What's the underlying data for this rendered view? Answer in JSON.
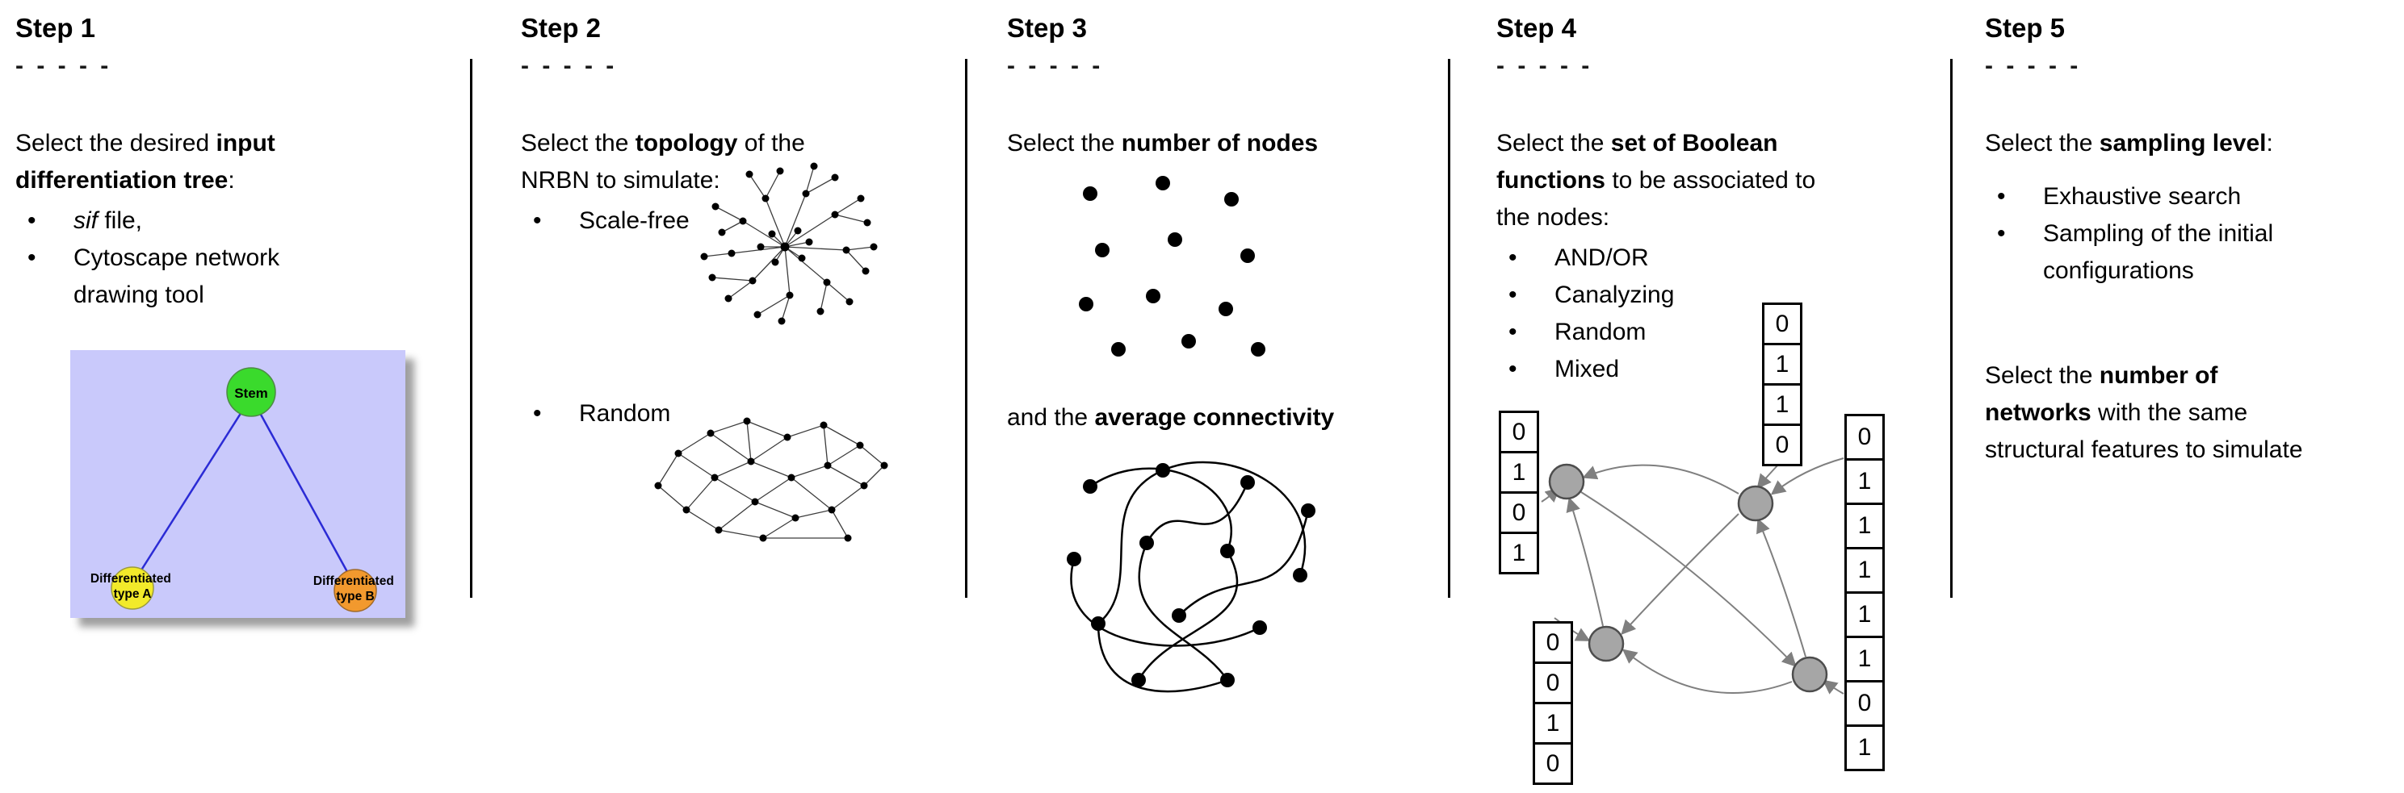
{
  "bullet_char": "•",
  "steps": [
    {
      "title": "Step 1",
      "dashes": "- - - - -",
      "intro": [
        {
          "text": "Select the desired "
        },
        {
          "text": "input",
          "bold": true
        },
        {
          "br": true
        },
        {
          "text": "differentiation tree",
          "bold": true
        },
        {
          "text": ":"
        }
      ],
      "bullets": [
        [
          {
            "text": "sif",
            "italic": true
          },
          {
            "text": " file,"
          }
        ],
        [
          {
            "text": "Cytoscape network"
          },
          {
            "br": true
          },
          {
            "text": "drawing tool"
          }
        ]
      ],
      "tree": {
        "root_label": "Stem",
        "left_label": [
          "Differentiated",
          "type A"
        ],
        "right_label": [
          "Differentiated",
          "type B"
        ],
        "colors": {
          "background": "#c9c9fb",
          "root": "#3ada2c",
          "left": "#f2ea2a",
          "right": "#f2992e",
          "edge": "#2b2bd5"
        }
      }
    },
    {
      "title": "Step 2",
      "dashes": "- - - - -",
      "intro": [
        {
          "text": "Select the "
        },
        {
          "text": "topology",
          "bold": true
        },
        {
          "text": " of the"
        },
        {
          "br": true
        },
        {
          "text": "NRBN to simulate:"
        }
      ],
      "bullets": [
        [
          {
            "text": "Scale-free"
          }
        ],
        [
          {
            "text": "Random"
          }
        ]
      ]
    },
    {
      "title": "Step 3",
      "dashes": "- - - - -",
      "intro": [
        {
          "text": "Select the "
        },
        {
          "text": "number of nodes",
          "bold": true
        }
      ],
      "second": [
        {
          "text": "and the "
        },
        {
          "text": "average connectivity",
          "bold": true
        }
      ]
    },
    {
      "title": "Step 4",
      "dashes": "- - - - -",
      "intro": [
        {
          "text": "Select the "
        },
        {
          "text": "set of Boolean",
          "bold": true
        },
        {
          "br": true
        },
        {
          "text": "functions",
          "bold": true
        },
        {
          "text": " to be associated to"
        },
        {
          "br": true
        },
        {
          "text": "the nodes:"
        }
      ],
      "bullets": [
        [
          {
            "text": "AND/OR"
          }
        ],
        [
          {
            "text": "Canalyzing"
          }
        ],
        [
          {
            "text": "Random"
          }
        ],
        [
          {
            "text": "Mixed"
          }
        ]
      ],
      "truth_tables": {
        "left": [
          "0",
          "1",
          "0",
          "1"
        ],
        "top": [
          "0",
          "1",
          "1",
          "0"
        ],
        "bottom": [
          "0",
          "0",
          "1",
          "0"
        ],
        "right": [
          "0",
          "1",
          "1",
          "1",
          "1",
          "1",
          "0",
          "1"
        ]
      },
      "colors": {
        "node": "#a6a6a6",
        "arrow": "#7f7f7f"
      }
    },
    {
      "title": "Step 5",
      "dashes": "- - - - -",
      "intro": [
        {
          "text": "Select the "
        },
        {
          "text": "sampling level",
          "bold": true
        },
        {
          "text": ":"
        }
      ],
      "bullets": [
        [
          {
            "text": "Exhaustive search"
          }
        ],
        [
          {
            "text": "Sampling of the initial"
          },
          {
            "br": true
          },
          {
            "text": "configurations"
          }
        ]
      ],
      "second": [
        {
          "text": "Select the "
        },
        {
          "text": "number of",
          "bold": true
        },
        {
          "br": true
        },
        {
          "text": "networks",
          "bold": true
        },
        {
          "text": " with the same"
        },
        {
          "br": true
        },
        {
          "text": "structural features to simulate"
        }
      ]
    }
  ]
}
